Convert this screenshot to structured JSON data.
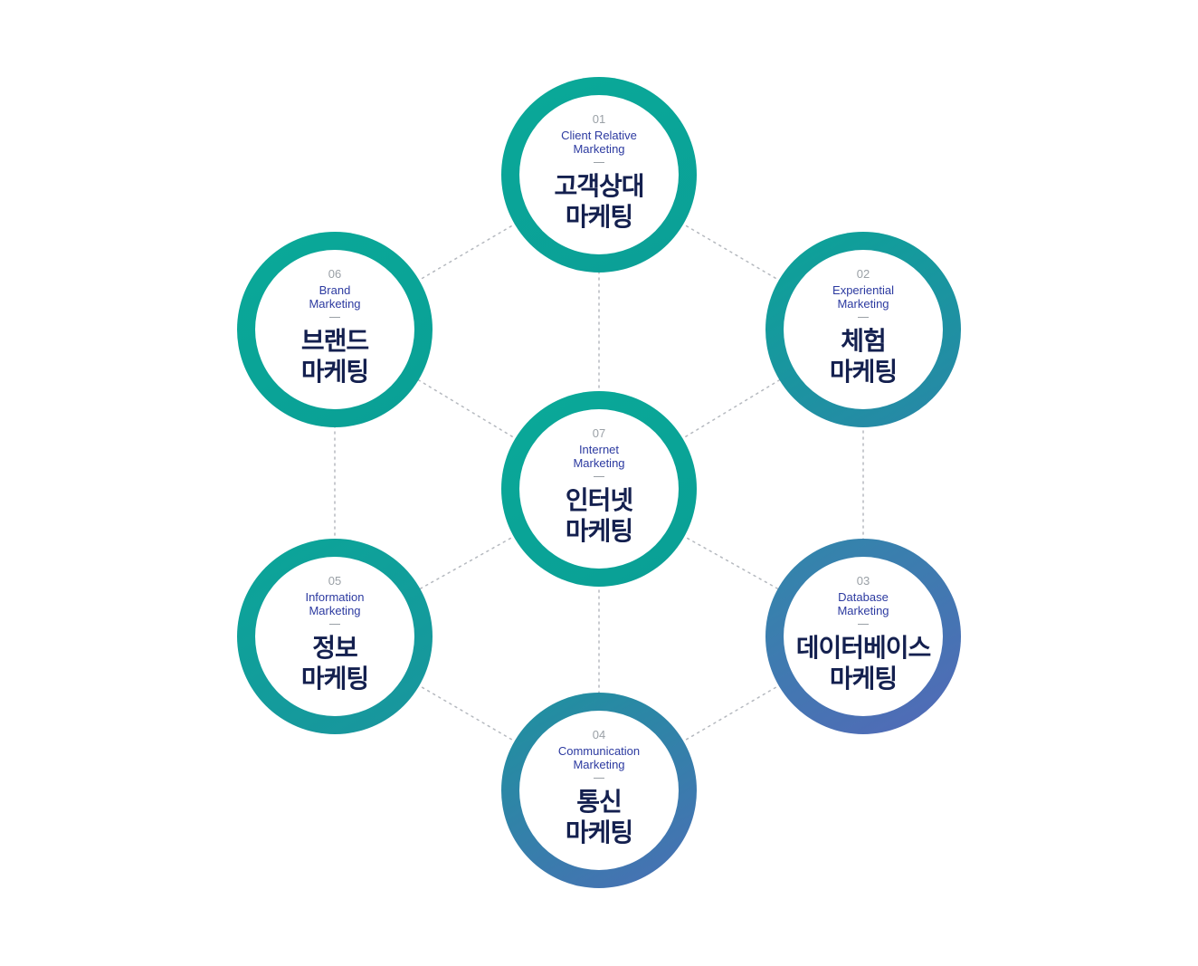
{
  "nodes": [
    {
      "id": "01",
      "num": "01",
      "en": "Client Relative\nMarketing",
      "ko": "고객상대\n마케팅"
    },
    {
      "id": "02",
      "num": "02",
      "en": "Experiential\nMarketing",
      "ko": "체험\n마케팅"
    },
    {
      "id": "03",
      "num": "03",
      "en": "Database\nMarketing",
      "ko": "데이터베이스\n마케팅"
    },
    {
      "id": "04",
      "num": "04",
      "en": "Communication\nMarketing",
      "ko": "통신\n마케팅"
    },
    {
      "id": "05",
      "num": "05",
      "en": "Information\nMarketing",
      "ko": "정보\n마케팅"
    },
    {
      "id": "06",
      "num": "06",
      "en": "Brand\nMarketing",
      "ko": "브랜드\n마케팅"
    },
    {
      "id": "07",
      "num": "07",
      "en": "Internet\nMarketing",
      "ko": "인터넷\n마케팅"
    }
  ],
  "colors": {
    "ring_teal": "#0aa998",
    "ring_blue": "#4b6eb5",
    "english_text": "#2c3aa0",
    "korean_text": "#14204f",
    "number_text": "#9aa0a6",
    "connector": "#b5b9bf"
  }
}
